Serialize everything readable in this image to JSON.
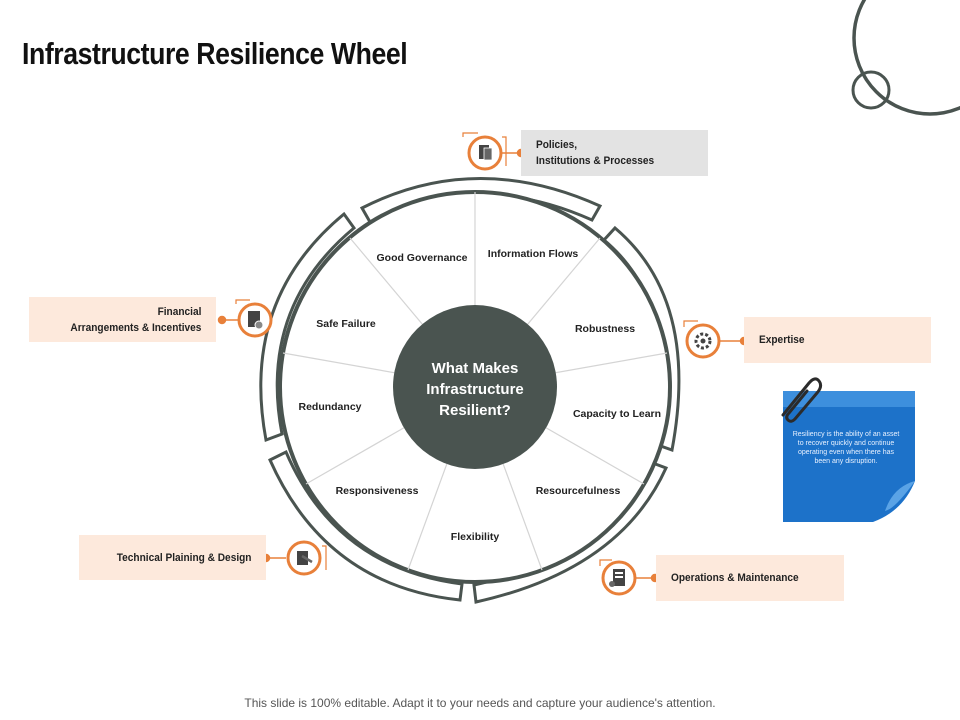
{
  "title": "Infrastructure Resilience Wheel",
  "center": {
    "line1": "What Makes",
    "line2": "Infrastructure",
    "line3": "Resilient?"
  },
  "segments": [
    "Information Flows",
    "Robustness",
    "Capacity to Learn",
    "Resourcefulness",
    "Flexibility",
    "Responsiveness",
    "Redundancy",
    "Safe Failure",
    "Good Governance"
  ],
  "outer": {
    "policies": {
      "line1": "Policies,",
      "line2": "Institutions  & Processes"
    },
    "expertise": "Expertise",
    "operations": "Operations  & Maintenance",
    "technical": "Technical Plaining  & Design",
    "financial": {
      "line1": "Financial",
      "line2": "Arrangements  & Incentives"
    }
  },
  "note": "Resiliency is the ability of an asset to recover quickly and continue operating even when there has been any disruption.",
  "footer": "This slide is 100% editable. Adapt it to your needs and capture your audience's attention.",
  "colors": {
    "accent": "#e8803a",
    "dark": "#4a5450",
    "note_blue": "#1d72c9",
    "peach": "#fde9dc"
  },
  "icons": [
    "documents-icon",
    "gear-icon",
    "folder-icon",
    "blueprint-icon",
    "certificate-icon"
  ]
}
